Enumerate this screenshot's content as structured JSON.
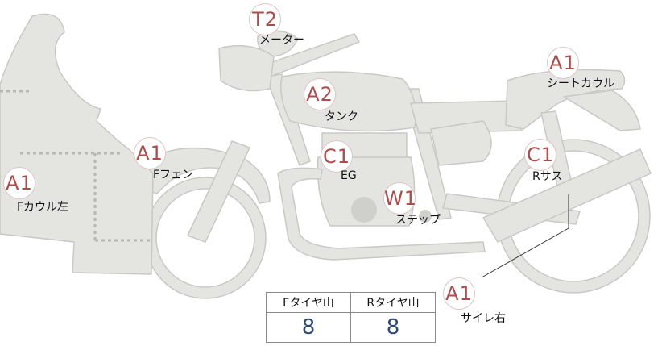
{
  "parts": [
    {
      "id": "meter",
      "code": "T2",
      "label": "メーター"
    },
    {
      "id": "tank",
      "code": "A2",
      "label": "タンク"
    },
    {
      "id": "seat-cowl",
      "code": "A1",
      "label": "シートカウル"
    },
    {
      "id": "f-fender",
      "code": "A1",
      "label": "Fフェン"
    },
    {
      "id": "engine",
      "code": "C1",
      "label": "EG"
    },
    {
      "id": "r-suspension",
      "code": "C1",
      "label": "Rサス"
    },
    {
      "id": "f-cowl-left",
      "code": "A1",
      "label": "Fカウル左"
    },
    {
      "id": "step",
      "code": "W1",
      "label": "ステップ"
    },
    {
      "id": "muffler-right",
      "code": "A1",
      "label": "サイレ右"
    }
  ],
  "tread": {
    "front_label": "Fタイヤ山",
    "rear_label": "Rタイヤ山",
    "front_value": "8",
    "rear_value": "8"
  },
  "colors": {
    "body_fill": "#e4e4e1",
    "body_stroke": "#c9c9c4",
    "badge_text": "#b34a4a",
    "value_text": "#2f4a7a"
  }
}
